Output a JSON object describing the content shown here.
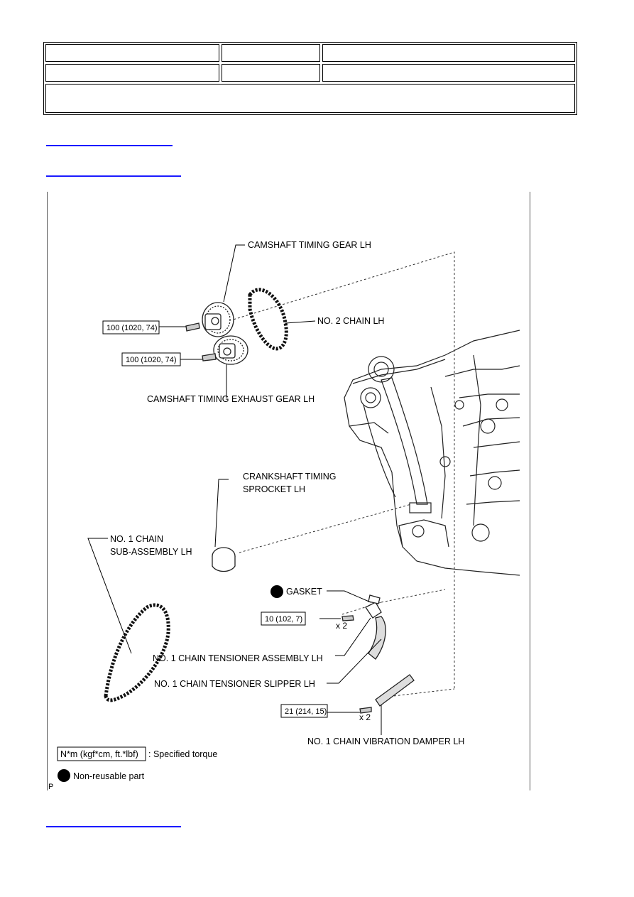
{
  "header_table": {
    "row1": [
      "",
      "",
      ""
    ],
    "row2": [
      "",
      "",
      ""
    ],
    "row3": ""
  },
  "nav_links": {
    "top1": "",
    "top2": "",
    "bottom": ""
  },
  "figure": {
    "labels": {
      "camshaft_gear": "CAMSHAFT TIMING GEAR LH",
      "no2_chain": "NO. 2 CHAIN LH",
      "camshaft_exhaust": "CAMSHAFT TIMING EXHAUST GEAR LH",
      "crank_sprocket_1": "CRANKSHAFT TIMING",
      "crank_sprocket_2": "SPROCKET LH",
      "no1_chain_1": "NO. 1 CHAIN",
      "no1_chain_2": "SUB-ASSEMBLY LH",
      "gasket": "GASKET",
      "tensioner_assembly": "NO. 1 CHAIN TENSIONER ASSEMBLY LH",
      "tensioner_slipper": "NO. 1 CHAIN TENSIONER SLIPPER LH",
      "vibration_damper": "NO. 1 CHAIN VIBRATION DAMPER LH",
      "qty_x2_a": "x 2",
      "qty_x2_b": "x 2"
    },
    "torque_boxes": {
      "t1": "100 (1020, 74)",
      "t2": "100 (1020, 74)",
      "t3": "10 (102, 7)",
      "t4": "21 (214, 15)"
    },
    "legend": {
      "torque_unit": "N*m (kgf*cm, ft.*lbf)",
      "torque_text": ": Specified torque",
      "nonreusable_text": "Non-reusable part",
      "corner_mark": "P"
    }
  }
}
